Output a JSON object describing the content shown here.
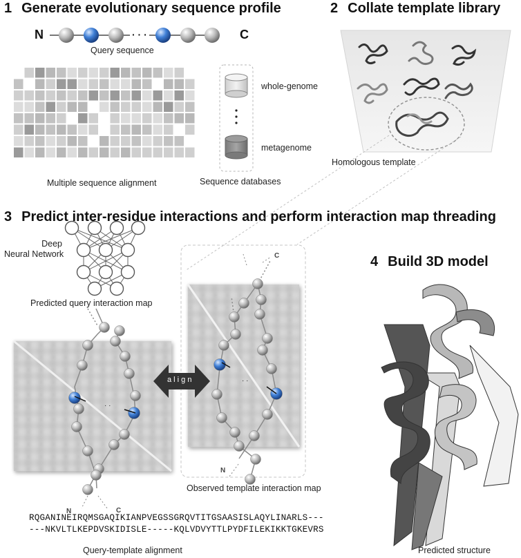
{
  "step1": {
    "number": "1",
    "title": "Generate evolutionary sequence profile",
    "n_label": "N",
    "c_label": "C",
    "dots": "· · ·",
    "query_caption": "Query sequence",
    "msa_caption": "Multiple sequence alignment",
    "db_caption": "Sequence databases",
    "db_whole": "whole-genome",
    "db_meta": "metagenome"
  },
  "step2": {
    "number": "2",
    "title": "Collate template library",
    "homolog_caption": "Homologous template"
  },
  "step3": {
    "number": "3",
    "title": "Predict inter-residue interactions and perform interaction map threading",
    "dnn_label_line1": "Deep",
    "dnn_label_line2": "Neural Network",
    "predicted_caption": "Predicted query interaction map",
    "observed_caption": "Observed template interaction map",
    "align_label": "a l i g n",
    "n_label": "N",
    "c_label": "C",
    "alignment_line1": "RQGANINEIRQMSGAQIKIANPVEGSSGRQVTITGSAASISLAQYLINARLS---",
    "alignment_line2": "---NKVLTLKEPDVSKIDISLE-----KQLVDVYTTLPYDFILEKIKKTGKEVRS",
    "alignment_caption": "Query-template alignment"
  },
  "step4": {
    "number": "4",
    "title": "Build 3D model",
    "structure_caption": "Predicted structure"
  },
  "colors": {
    "blue_residue": "#3f7fd6",
    "grey_residue": "#bcbcbc",
    "arrow": "#333333"
  }
}
